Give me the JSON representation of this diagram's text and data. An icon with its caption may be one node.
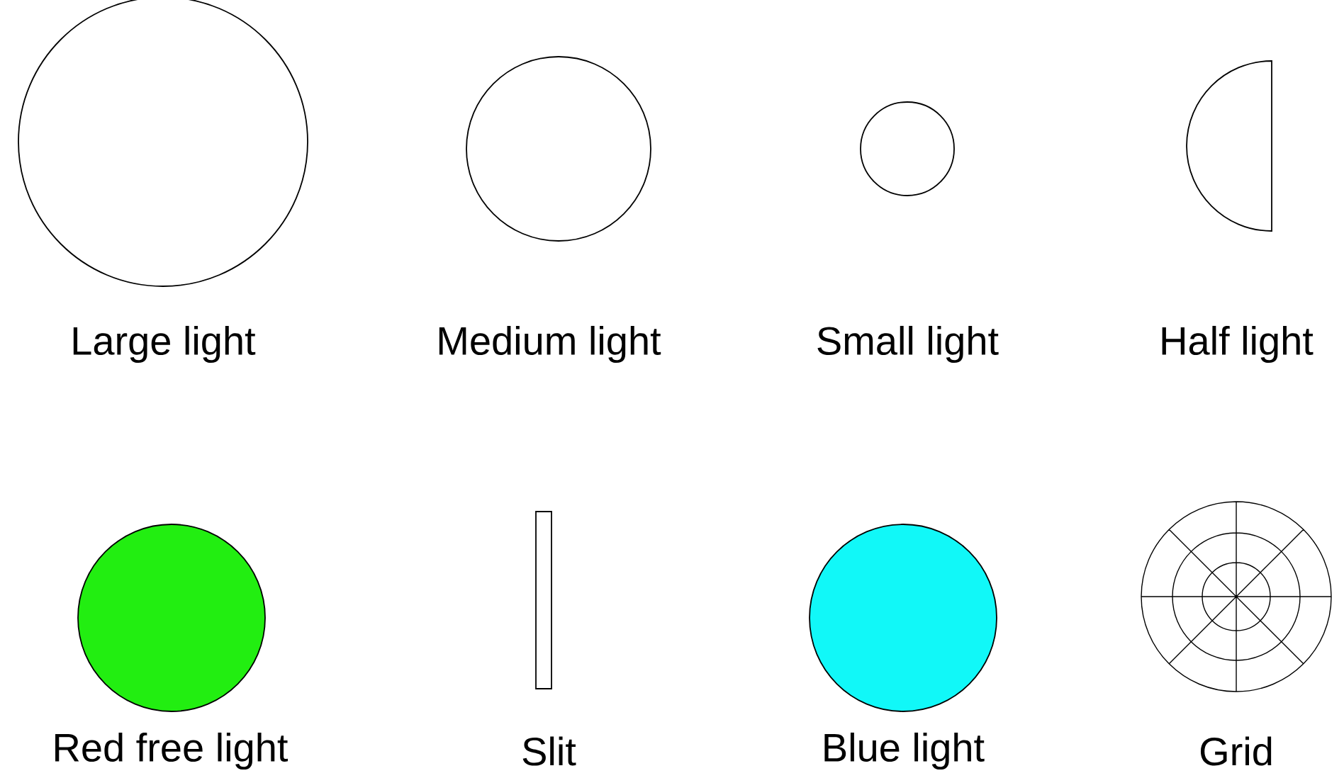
{
  "diagram": {
    "nodes": [
      {
        "text": [
          "Large light"
        ]
      },
      {
        "text": [
          "Medium light"
        ]
      },
      {
        "text": [
          "Small light"
        ]
      },
      {
        "text": [
          "Half light"
        ]
      },
      {
        "text": [
          "Red free light"
        ]
      },
      {
        "text": [
          "Slit"
        ]
      },
      {
        "text": [
          "Blue light"
        ]
      },
      {
        "text": [
          "Grid"
        ]
      }
    ]
  }
}
